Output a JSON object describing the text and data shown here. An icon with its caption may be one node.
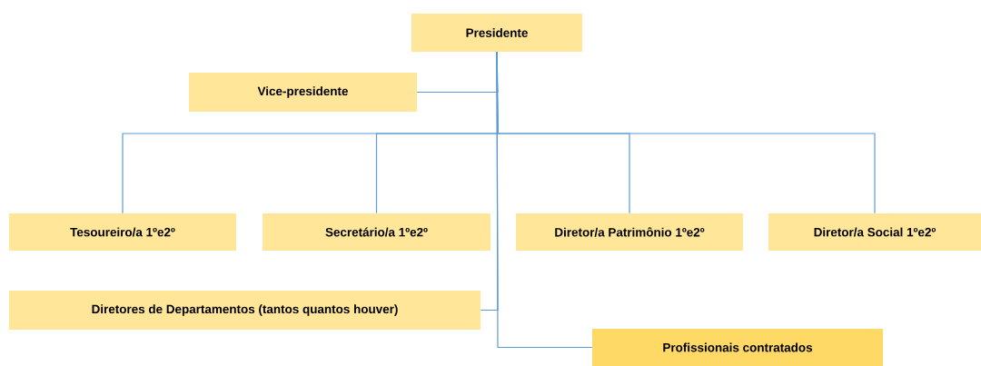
{
  "diagram": {
    "nodes": [
      {
        "text": [
          "Presidente"
        ]
      },
      {
        "text": [
          "Vice-presidente"
        ]
      },
      {
        "text": [
          "Tesoureiro/a 1ºe2º"
        ]
      },
      {
        "text": [
          "Secretário/a 1ºe2º"
        ]
      },
      {
        "text": [
          "Diretor/a Patrimônio 1ºe2º"
        ]
      },
      {
        "text": [
          "Diretor/a Social 1ºe2º"
        ]
      },
      {
        "text": [
          "Diretores de Departamentos (tantos quantos houver)"
        ]
      },
      {
        "text": [
          "Profissionais contratados"
        ]
      }
    ],
    "edges": [
      {
        "from": 0,
        "to": 1,
        "arrow": "none"
      },
      {
        "from": 0,
        "to": 2,
        "arrow": "none"
      },
      {
        "from": 0,
        "to": 3,
        "arrow": "none"
      },
      {
        "from": 0,
        "to": 4,
        "arrow": "none"
      },
      {
        "from": 0,
        "to": 5,
        "arrow": "none"
      },
      {
        "from": 0,
        "to": 6,
        "arrow": "none"
      },
      {
        "from": 0,
        "to": 7,
        "arrow": "none"
      }
    ]
  }
}
